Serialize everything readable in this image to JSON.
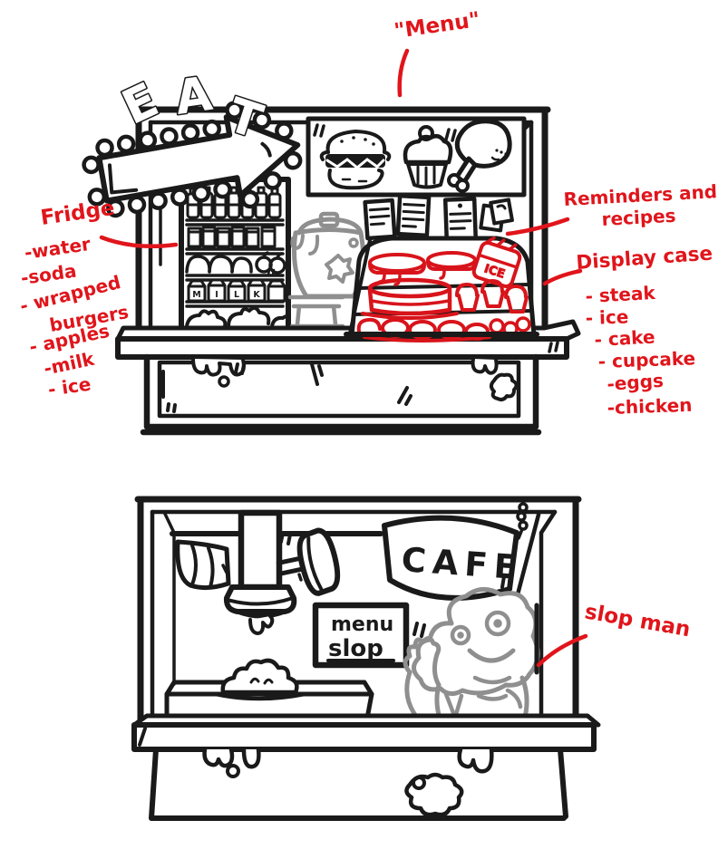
{
  "colors": {
    "ink": "#1a1a1a",
    "annotation_red": "#e0151b",
    "food_sketch_red": "#d8141b",
    "sketch_gray": "#8f8f8f",
    "paper": "#ffffff"
  },
  "top_stall": {
    "sign_letters": [
      "E",
      "A",
      "T"
    ],
    "milk_letters": [
      "M",
      "I",
      "L",
      "K"
    ],
    "ice_bag_label": "ICE",
    "annotations": {
      "menu_label": "\"Menu\"",
      "fridge_label": "Fridge",
      "fridge_lines": [
        "-water",
        "-soda",
        "- wrapped",
        "burgers",
        "- apples",
        "-milk",
        "- ice"
      ],
      "reminders_line1": "Reminders and",
      "reminders_line2": "recipes",
      "display_label": "Display case",
      "display_lines": [
        "- steak",
        "- ice",
        "- cake",
        "- cupcake",
        "-eggs",
        "-chicken"
      ]
    }
  },
  "bottom_stall": {
    "banner_text": "CAFE",
    "menu_sign_line1": "menu",
    "menu_sign_line2": "slop",
    "annotations": {
      "slop_man_label": "slop man"
    }
  }
}
